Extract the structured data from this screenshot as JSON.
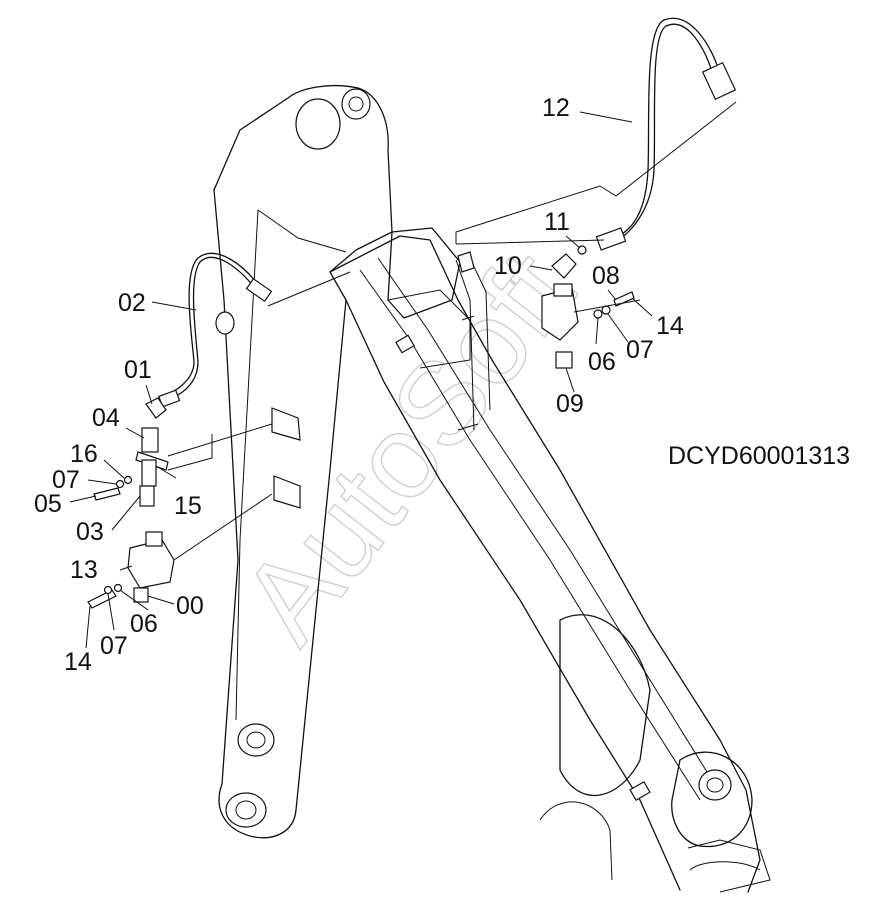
{
  "drawing": {
    "code": "DCYD60001313",
    "watermark": "AutoSoft"
  },
  "callouts": {
    "c00": "00",
    "c01": "01",
    "c02": "02",
    "c03": "03",
    "c04": "04",
    "c05": "05",
    "c06a": "06",
    "c06b": "06",
    "c07a": "07",
    "c07b": "07",
    "c07c": "07",
    "c08": "08",
    "c09": "09",
    "c10": "10",
    "c11": "11",
    "c12": "12",
    "c13": "13",
    "c14a": "14",
    "c14b": "14",
    "c15": "15",
    "c16": "16"
  }
}
